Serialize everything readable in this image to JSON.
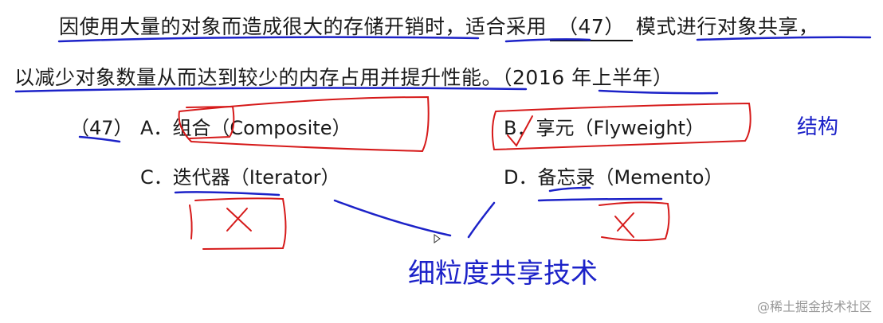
{
  "question": {
    "line1_part1": "因使用大量的对象而造成很大的存储开销时，适合采用",
    "blank": "（47）",
    "line1_part2": "模式进行对象共享，",
    "line2": "以减少对象数量从而达到较少的内存占用并提升性能。（2016 年上半年）"
  },
  "options": {
    "number": "（47）",
    "a": {
      "letter": "A．",
      "text": "组合（Composite）"
    },
    "b": {
      "letter": "B．",
      "text": "享元（Flyweight）"
    },
    "c": {
      "letter": "C．",
      "text": "迭代器（Iterator）"
    },
    "d": {
      "letter": "D．",
      "text": "备忘录（Memento）"
    }
  },
  "annotations": {
    "a_note": "结构",
    "bottom_note": "细粒度共享技术",
    "wrong_mark": "X",
    "correct_mark": "✓",
    "colors": {
      "blue": "#1c22c8",
      "red": "#d61a1a"
    }
  },
  "watermark": "@稀土掘金技术社区"
}
